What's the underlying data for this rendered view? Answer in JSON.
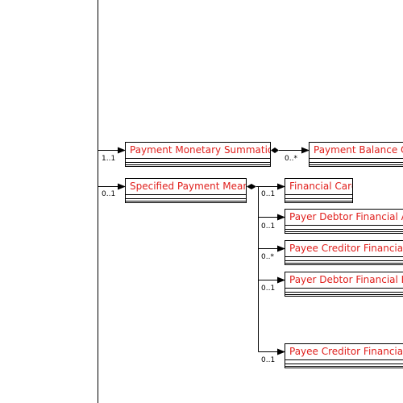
{
  "colors": {
    "class_name_text": "#e0201d",
    "line": "#000000",
    "background": "#ffffff"
  },
  "classes": {
    "payment_monetary_summation": "Payment Monetary Summation",
    "payment_balance_out": "Payment Balance Ou",
    "specified_payment_means": "Specified Payment Means",
    "financial_card": "Financial Card",
    "payer_debtor_financial_account": "Payer Debtor Financial Acc",
    "payee_creditor_financial_account": "Payee Creditor Financial A",
    "payer_debtor_financial_institution": "Payer Debtor Financial Inst",
    "payee_creditor_financial_institution": "Payee Creditor Financial In"
  },
  "multiplicities": {
    "payment_monetary_summation": "1..1",
    "payment_balance_out": "0..*",
    "specified_payment_means": "0..1",
    "financial_card": "0..1",
    "payer_debtor_financial_account": "0..1",
    "payee_creditor_financial_account": "0..*",
    "payer_debtor_financial_institution": "0..1",
    "payee_creditor_financial_institution": "0..1"
  }
}
